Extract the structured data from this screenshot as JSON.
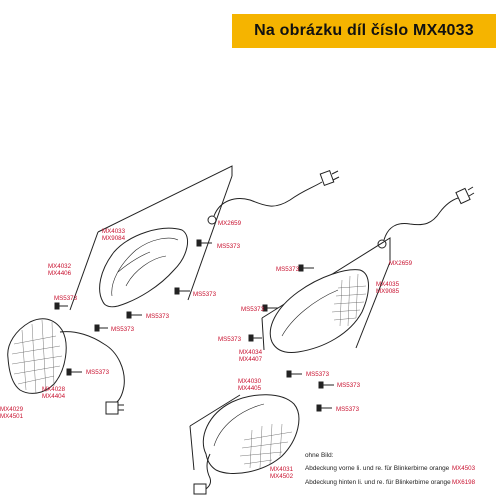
{
  "header": {
    "title": "Na obrázku díl číslo MX4033"
  },
  "labels": {
    "mx4033": "MX4033",
    "mx9084": "MX9084",
    "mx2659a": "MX2659",
    "ms5373a": "MS5373",
    "mx4032": "MX4032",
    "mx4406": "MX4406",
    "ms5373b": "MS5373",
    "ms5373c": "MS5373",
    "ms5373d": "MS5373",
    "ms5373e": "MS5373",
    "mx4028": "MX4028",
    "mx4404": "MX4404",
    "ms5373f": "MS5373",
    "mx4029": "MX4029",
    "mx4501": "MX4501",
    "ms5373g": "MS5373",
    "mx2659b": "MX2659",
    "mx4035": "MX4035",
    "mx9085": "MX9085",
    "ms5373h": "MS5373",
    "ms5373i": "MS5373",
    "mx4034": "MX4034",
    "mx4407": "MX4407",
    "ms5373j": "MS5373",
    "mx4030": "MX4030",
    "mx4405": "MX4405",
    "ms5373k": "MS5373",
    "ms5373l": "MS5373",
    "mx4031": "MX4031",
    "mx4502": "MX4502"
  },
  "notes": {
    "heading": "ohne Bild:",
    "row1_text": "Abdeckung vorne li. und re. für Blinkerbirne orange",
    "row1_part": "MX4503",
    "row2_text": "Abdeckung hinten li. und re. für Blinkerbirne orange",
    "row2_part": "MX6198"
  }
}
